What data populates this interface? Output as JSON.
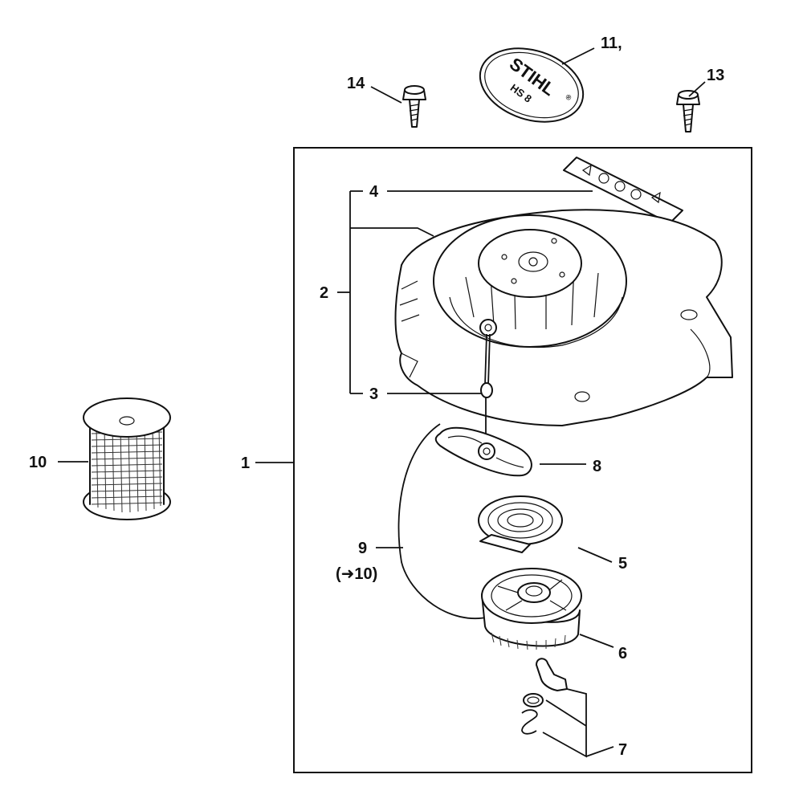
{
  "diagram": {
    "callouts": [
      {
        "id": "1",
        "label": "1"
      },
      {
        "id": "2",
        "label": "2"
      },
      {
        "id": "3",
        "label": "3"
      },
      {
        "id": "4",
        "label": "4"
      },
      {
        "id": "5",
        "label": "5"
      },
      {
        "id": "6",
        "label": "6"
      },
      {
        "id": "7",
        "label": "7"
      },
      {
        "id": "8",
        "label": "8"
      },
      {
        "id": "9",
        "label": "9"
      },
      {
        "id": "9ref",
        "label": "(➜10)"
      },
      {
        "id": "10",
        "label": "10"
      },
      {
        "id": "11",
        "label": "11,"
      },
      {
        "id": "13",
        "label": "13"
      },
      {
        "id": "14",
        "label": "14"
      }
    ],
    "logo": {
      "brand": "STIHL",
      "model": "HS 8",
      "registered": "®"
    }
  }
}
